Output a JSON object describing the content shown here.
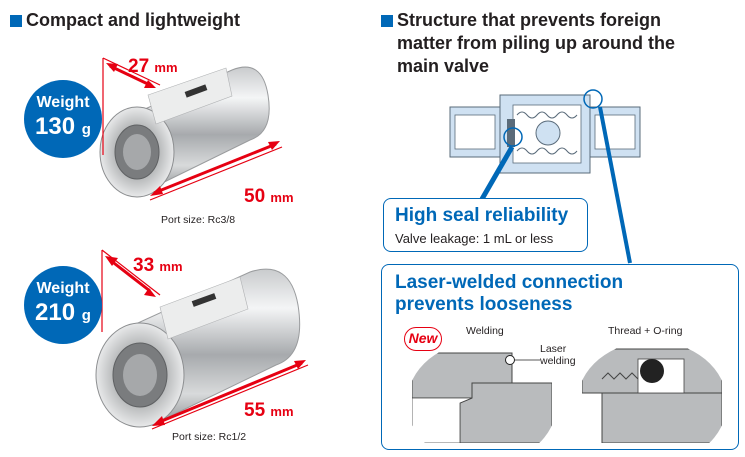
{
  "left": {
    "heading": "Compact and lightweight",
    "product1": {
      "weight_label": "Weight",
      "weight_value": "130",
      "weight_unit": "g",
      "width_dim": "27",
      "length_dim": "50",
      "dim_unit": "mm",
      "port_size": "Port size: Rc3/8"
    },
    "product2": {
      "weight_label": "Weight",
      "weight_value": "210",
      "weight_unit": "g",
      "width_dim": "33",
      "length_dim": "55",
      "dim_unit": "mm",
      "port_size": "Port size: Rc1/2"
    }
  },
  "right": {
    "heading_line1": "Structure that prevents foreign",
    "heading_line2": "matter from piling up around the",
    "heading_line3": "main valve",
    "seal": {
      "title": "High seal reliability",
      "text": "Valve leakage: 1 mL or less"
    },
    "laser": {
      "title_line1": "Laser-welded connection",
      "title_line2": "prevents looseness",
      "new_badge": "New",
      "welding_label": "Welding",
      "laser_label_line1": "Laser",
      "laser_label_line2": "welding",
      "thread_label": "Thread + O-ring"
    }
  },
  "colors": {
    "accent_blue": "#0068b7",
    "dimension_red": "#e60012"
  }
}
